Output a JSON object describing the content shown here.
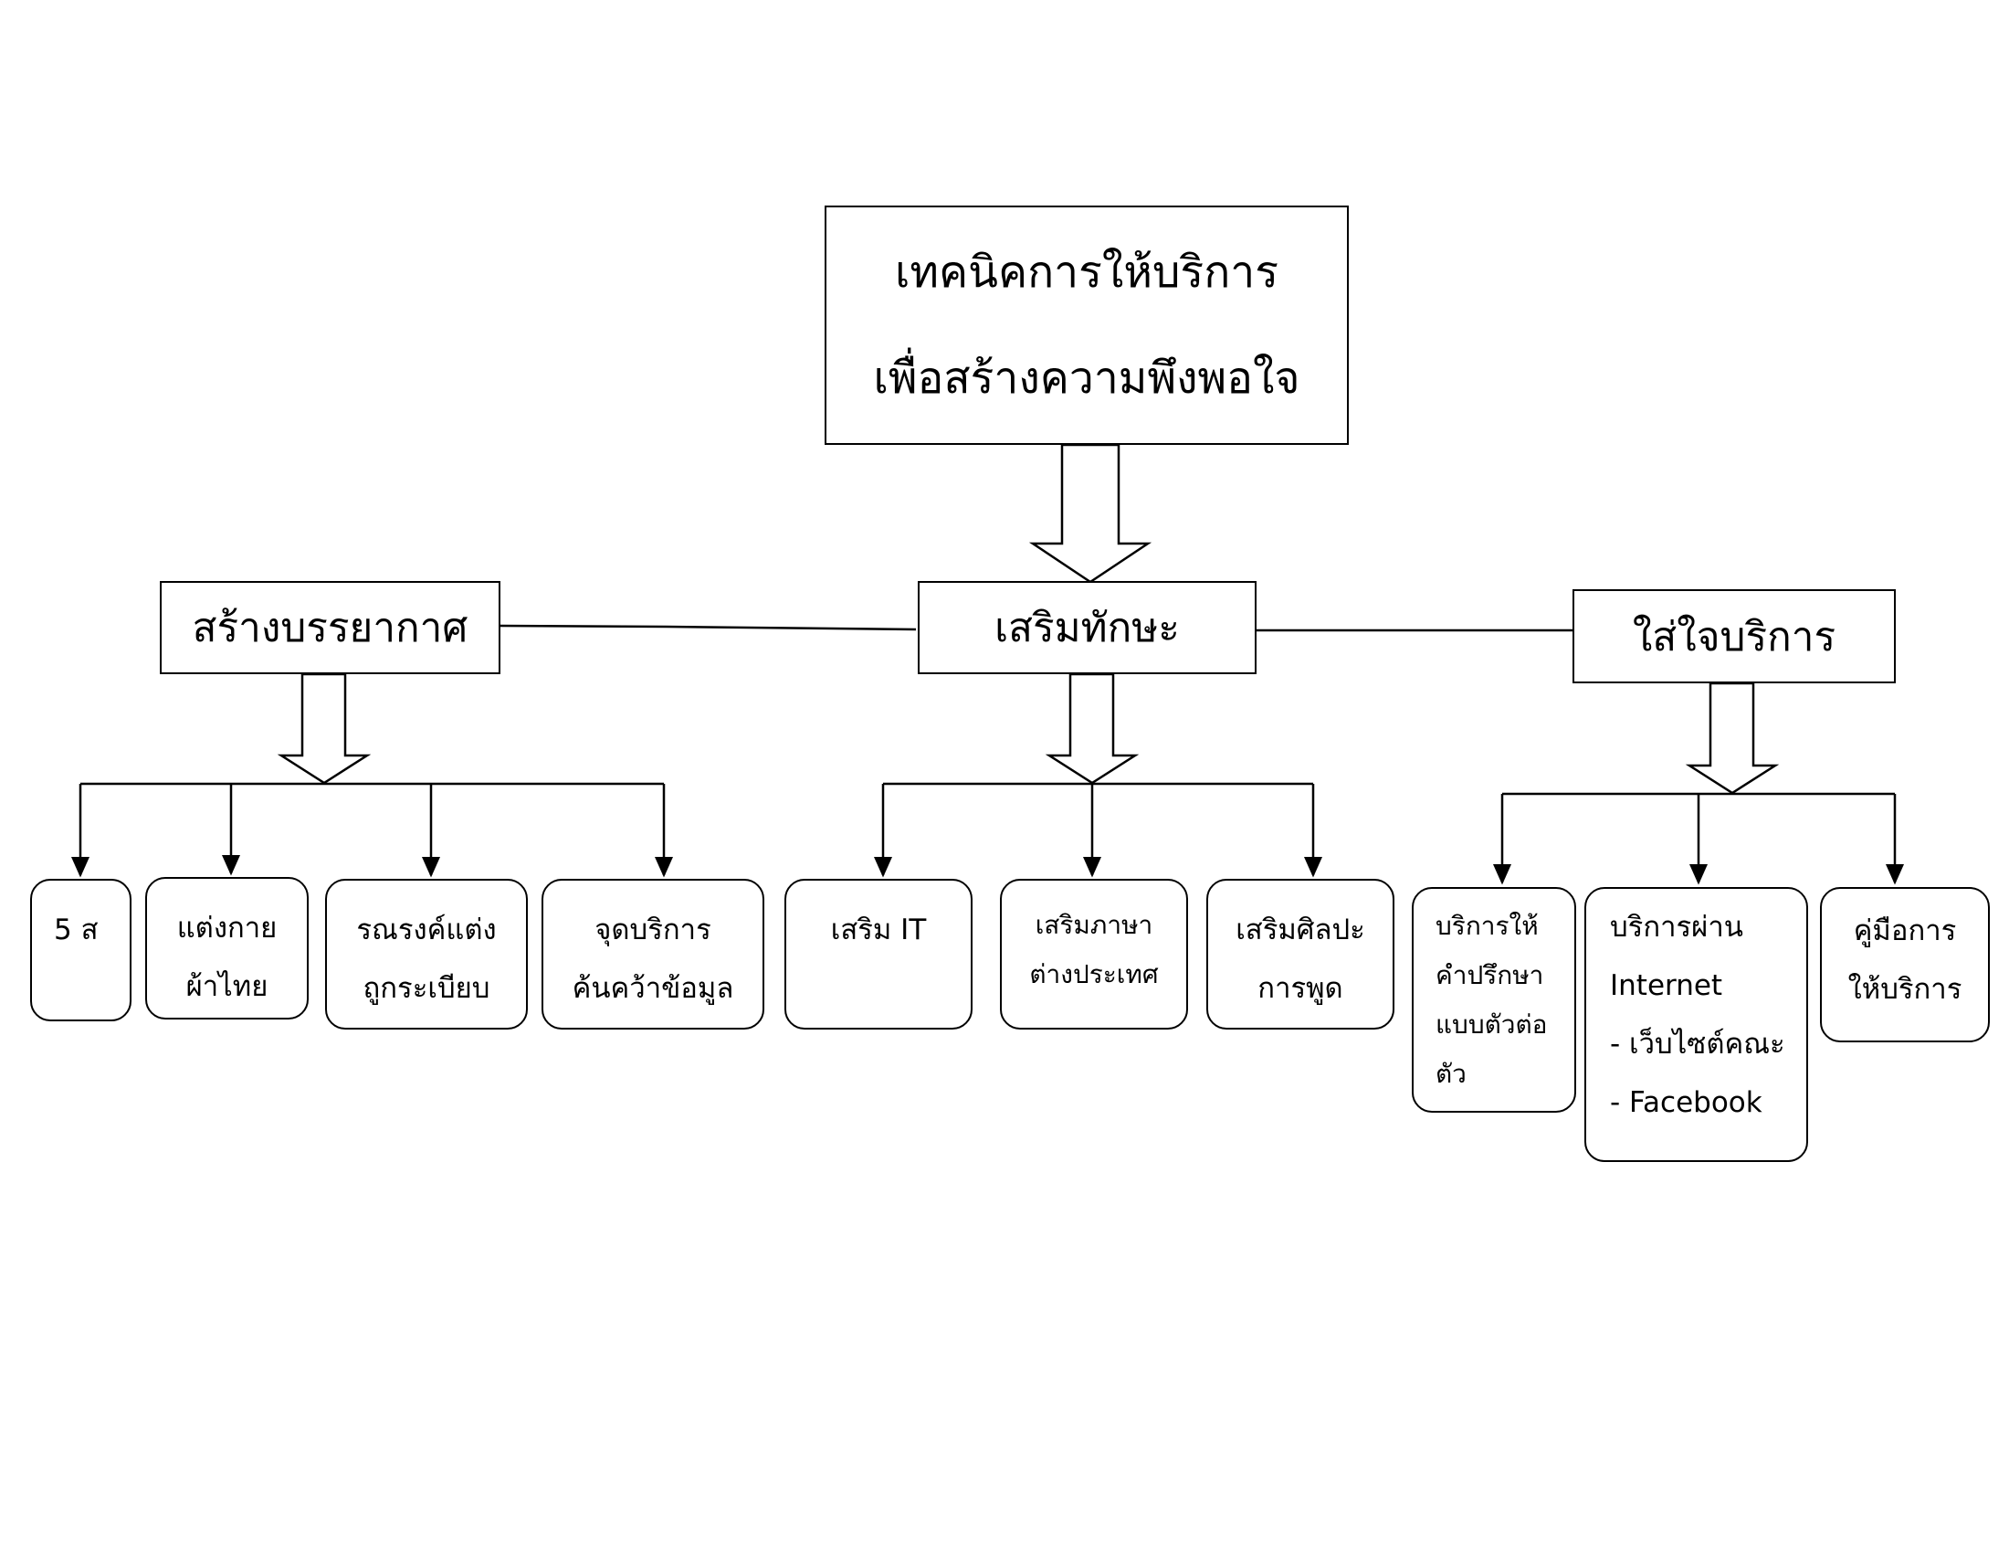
{
  "title": {
    "line1": "เทคนิคการให้บริการ",
    "line2": "เพื่อสร้างความพึงพอใจ"
  },
  "categories": [
    {
      "label": "สร้างบรรยากาศ",
      "items": [
        {
          "lines": [
            "5 ส"
          ]
        },
        {
          "lines": [
            "แต่งกาย",
            "ผ้าไทย"
          ]
        },
        {
          "lines": [
            "รณรงค์แต่ง",
            "ถูกระเบียบ"
          ]
        },
        {
          "lines": [
            "จุดบริการ",
            "ค้นคว้าข้อมูล"
          ]
        }
      ]
    },
    {
      "label": "เสริมทักษะ",
      "items": [
        {
          "lines": [
            "เสริม  IT"
          ]
        },
        {
          "lines": [
            "เสริมภาษา",
            "ต่างประเทศ"
          ]
        },
        {
          "lines": [
            "เสริมศิลปะ",
            "การพูด"
          ]
        }
      ]
    },
    {
      "label": "ใส่ใจบริการ",
      "items": [
        {
          "lines": [
            "บริการให้",
            "คำปรึกษา",
            "แบบตัวต่อ",
            "ตัว"
          ]
        },
        {
          "lines": [
            "บริการผ่าน",
            "Internet",
            "- เว็บไซต์คณะ",
            "- Facebook"
          ]
        },
        {
          "lines": [
            "คู่มือการ",
            "ให้บริการ"
          ]
        }
      ]
    }
  ]
}
